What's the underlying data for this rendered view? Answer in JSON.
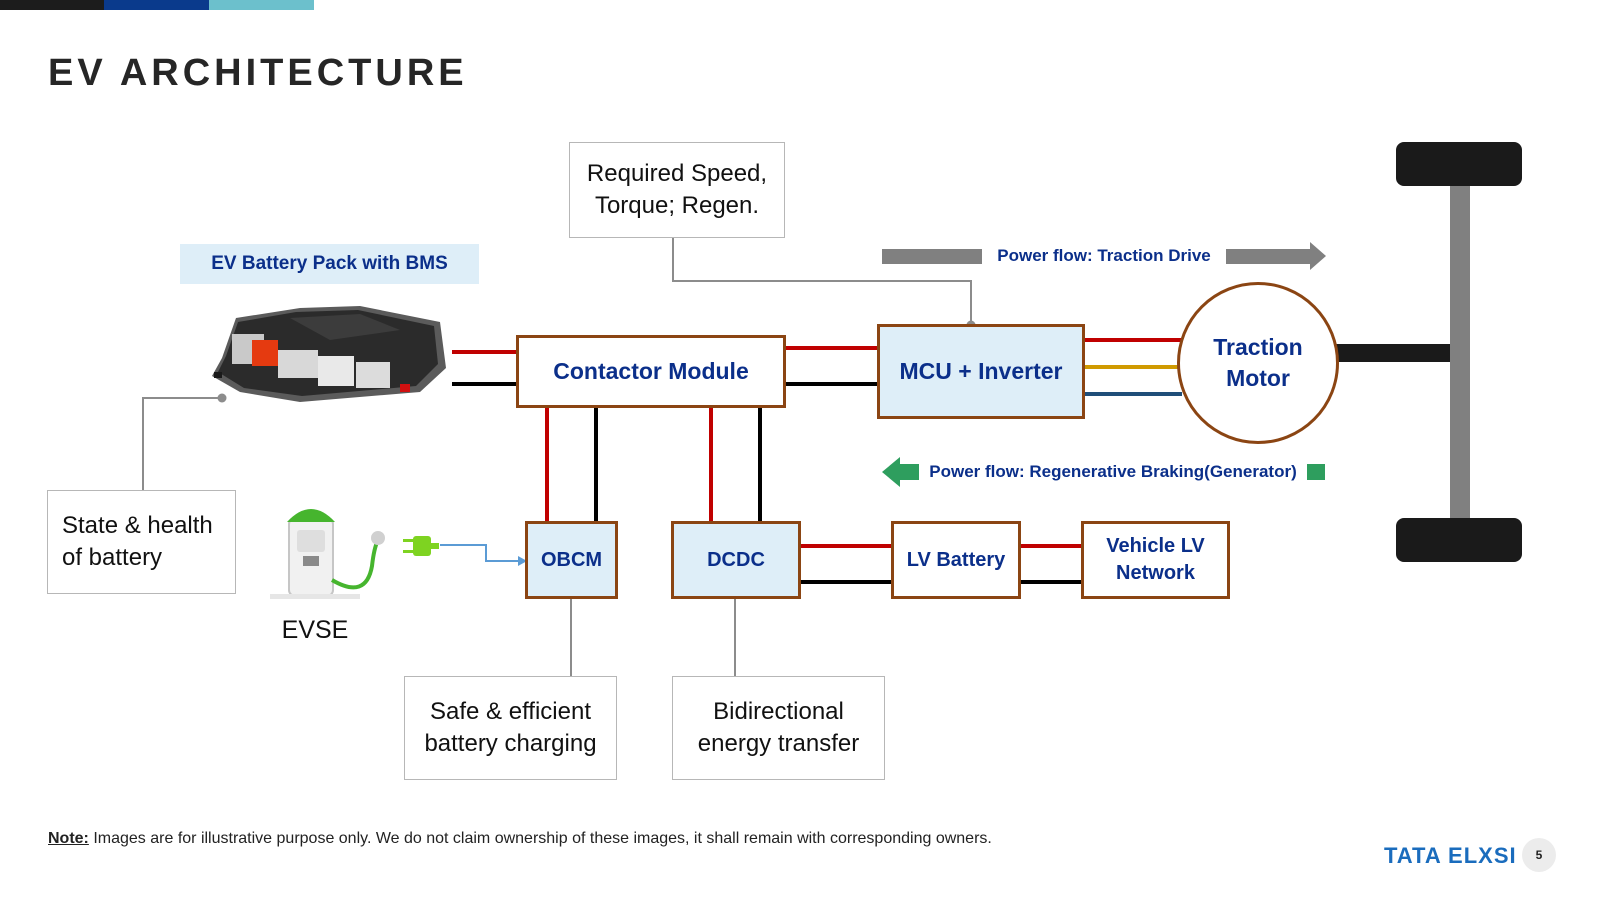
{
  "title": "EV ARCHITECTURE",
  "colors": {
    "accent_dark": "#1c1c1c",
    "accent_blue": "#0a3a8c",
    "accent_teal": "#6cc0cc",
    "block_border": "#8b4513",
    "block_fill": "#deeef8",
    "block_text": "#0b2f8a",
    "hv_positive": "#c00000",
    "hv_negative": "#000000",
    "phase_yellow": "#d09a00",
    "phase_blue": "#1f4e79",
    "traction_arrow": "#808080",
    "regen_arrow": "#2e9e5e"
  },
  "battery_label": "EV Battery Pack with BMS",
  "blocks": {
    "contactor": "Contactor Module",
    "mcu": "MCU + Inverter",
    "motor": "Traction Motor",
    "obcm": "OBCM",
    "dcdc": "DCDC",
    "lv_battery": "LV Battery",
    "lv_network": "Vehicle LV Network"
  },
  "callouts": {
    "speed": "Required Speed, Torque; Regen.",
    "state": "State & health of battery",
    "charging": "Safe & efficient battery charging",
    "transfer": "Bidirectional energy transfer"
  },
  "evse_label": "EVSE",
  "power_flow": {
    "traction": "Power flow: Traction Drive",
    "regen": "Power flow: Regenerative Braking(Generator)"
  },
  "note": {
    "lead": "Note:",
    "text": " Images are for illustrative purpose only. We do not claim ownership of these images, it shall remain with corresponding owners."
  },
  "logo": "TATA ELXSI",
  "page_number": "5",
  "icons": [
    "battery-pack-image",
    "evse-charger-icon",
    "plug-icon",
    "axle-wheels-icon",
    "right-arrow-icon",
    "left-arrow-icon"
  ]
}
